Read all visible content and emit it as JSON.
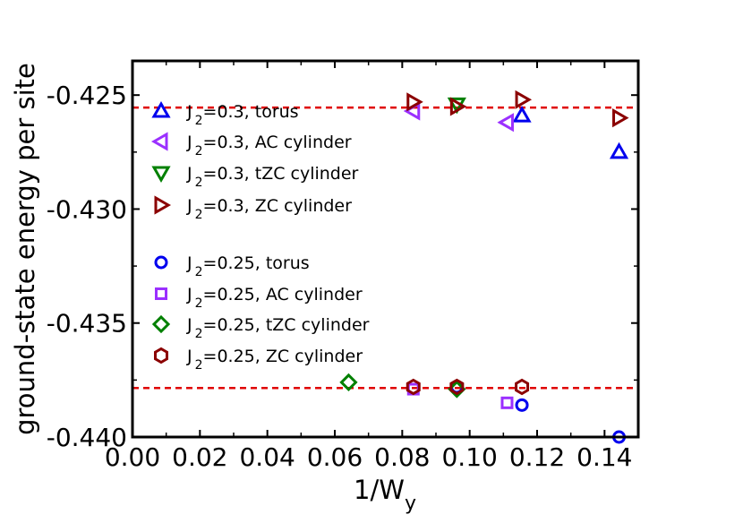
{
  "chart_data": {
    "type": "scatter",
    "xlabel_main": "1/W",
    "xlabel_sub": "y",
    "ylabel": "ground-state energy per site",
    "xlim": [
      0.0,
      0.15
    ],
    "ylim": [
      -0.44,
      -0.4235
    ],
    "xticks": [
      "0.00",
      "0.02",
      "0.04",
      "0.06",
      "0.08",
      "0.10",
      "0.12",
      "0.14"
    ],
    "yticks": [
      "-0.425",
      "-0.430",
      "-0.435",
      "-0.440"
    ],
    "reference_lines": [
      {
        "y": -0.42555,
        "color": "#e00000",
        "style": "dashed"
      },
      {
        "y": -0.43785,
        "color": "#e00000",
        "style": "dashed"
      }
    ],
    "legend_position": "left, inside plot",
    "series": [
      {
        "name": "J 2=0.3, torus",
        "legend_j": "J",
        "legend_sub": "2",
        "legend_rest": "=0.3, torus",
        "marker": "triangle-up",
        "color": "#0000ee",
        "points": [
          {
            "x": 0.1155,
            "y": -0.4259
          },
          {
            "x": 0.1443,
            "y": -0.4275
          }
        ]
      },
      {
        "name": "J 2=0.3, AC cylinder",
        "legend_j": "J",
        "legend_sub": "2",
        "legend_rest": "=0.3, AC cylinder",
        "marker": "triangle-left",
        "color": "#9b30ff",
        "points": [
          {
            "x": 0.0833,
            "y": -0.4257
          },
          {
            "x": 0.1111,
            "y": -0.4262
          }
        ]
      },
      {
        "name": "J 2=0.3, tZC cylinder",
        "legend_j": "J",
        "legend_sub": "2",
        "legend_rest": "=0.3, tZC cylinder",
        "marker": "triangle-down",
        "color": "#008000",
        "points": [
          {
            "x": 0.0962,
            "y": -0.4254
          }
        ]
      },
      {
        "name": "J 2=0.3, ZC cylinder",
        "legend_j": "J",
        "legend_sub": "2",
        "legend_rest": "=0.3, ZC cylinder",
        "marker": "triangle-right",
        "color": "#8b0000",
        "points": [
          {
            "x": 0.0833,
            "y": -0.4253
          },
          {
            "x": 0.0962,
            "y": -0.4255
          },
          {
            "x": 0.1155,
            "y": -0.4252
          },
          {
            "x": 0.1443,
            "y": -0.426
          }
        ]
      },
      {
        "name": "J 2=0.25, torus",
        "legend_j": "J",
        "legend_sub": "2",
        "legend_rest": "=0.25, torus",
        "marker": "circle",
        "color": "#0000ee",
        "points": [
          {
            "x": 0.0962,
            "y": -0.4378
          },
          {
            "x": 0.1155,
            "y": -0.4386
          },
          {
            "x": 0.1443,
            "y": -0.44
          }
        ]
      },
      {
        "name": "J 2=0.25, AC cylinder",
        "legend_j": "J",
        "legend_sub": "2",
        "legend_rest": "=0.25, AC cylinder",
        "marker": "square",
        "color": "#9b30ff",
        "points": [
          {
            "x": 0.0833,
            "y": -0.4379
          },
          {
            "x": 0.1111,
            "y": -0.4385
          }
        ]
      },
      {
        "name": "J 2=0.25, tZC cylinder",
        "legend_j": "J",
        "legend_sub": "2",
        "legend_rest": "=0.25, tZC cylinder",
        "marker": "diamond",
        "color": "#008000",
        "points": [
          {
            "x": 0.0641,
            "y": -0.4376
          },
          {
            "x": 0.0962,
            "y": -0.4379
          }
        ]
      },
      {
        "name": "J 2=0.25, ZC cylinder",
        "legend_j": "J",
        "legend_sub": "2",
        "legend_rest": "=0.25, ZC cylinder",
        "marker": "hexagon",
        "color": "#8b0000",
        "points": [
          {
            "x": 0.0833,
            "y": -0.4378
          },
          {
            "x": 0.0962,
            "y": -0.4378
          },
          {
            "x": 0.1155,
            "y": -0.4378
          }
        ]
      }
    ]
  }
}
